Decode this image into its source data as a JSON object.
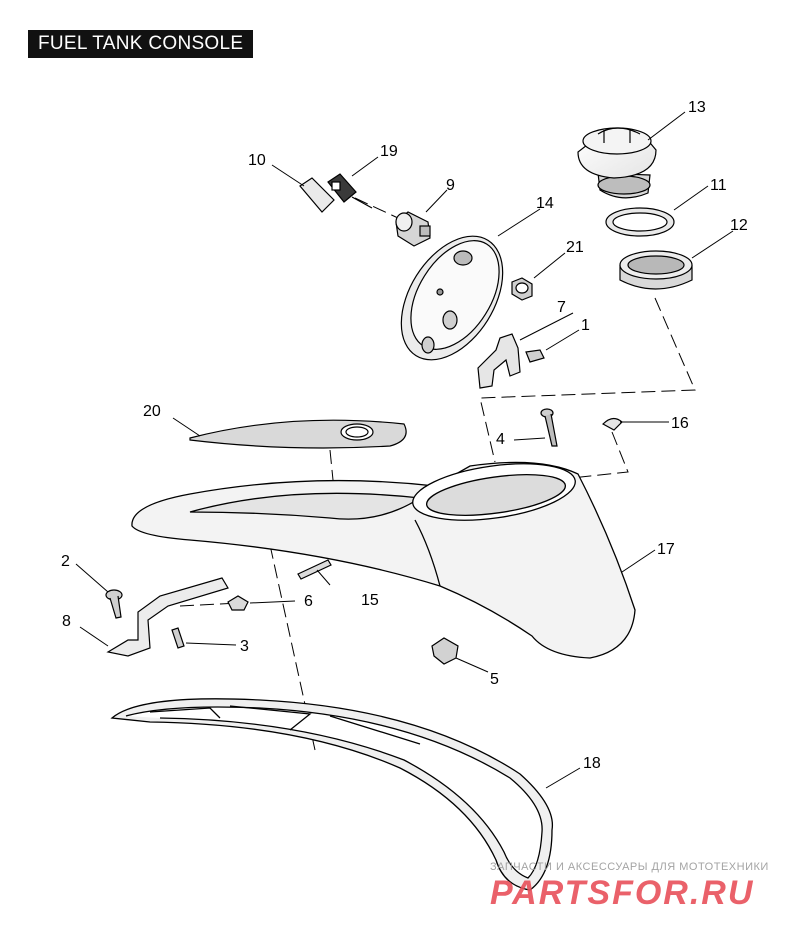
{
  "title": "FUEL TANK CONSOLE",
  "callouts": {
    "c1": "1",
    "c2": "2",
    "c3": "3",
    "c4": "4",
    "c5": "5",
    "c6": "6",
    "c7": "7",
    "c8": "8",
    "c9": "9",
    "c10": "10",
    "c11": "11",
    "c12": "12",
    "c13": "13",
    "c14": "14",
    "c15": "15",
    "c16": "16",
    "c17": "17",
    "c18": "18",
    "c19": "19",
    "c20": "20",
    "c21": "21"
  },
  "watermark": {
    "tagline": "ЗАПЧАСТИ И АКСЕССУАРЫ ДЛЯ МОТОТЕХНИКИ",
    "brand": "PARTSFOR.RU",
    "brand_color": "#e8505a"
  }
}
